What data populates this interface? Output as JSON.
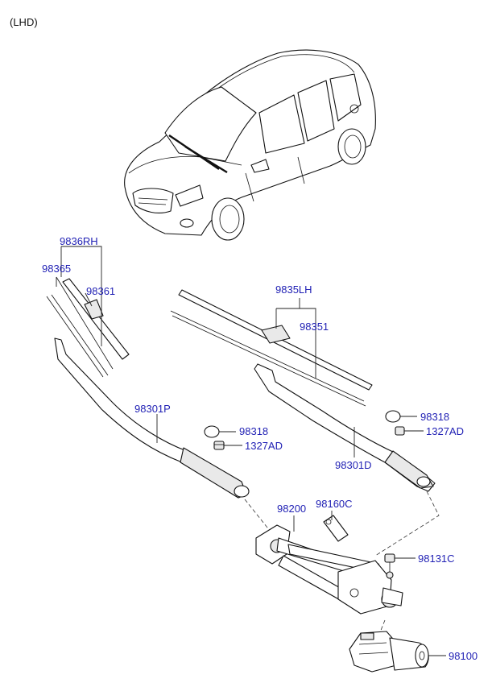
{
  "header": {
    "variant": "(LHD)"
  },
  "labels": {
    "p98365": "98365",
    "p9836RH": "9836RH",
    "p98361": "98361",
    "p9835LH": "9835LH",
    "p98351": "98351",
    "p98301P": "98301P",
    "p98318_left": "98318",
    "p1327AD_left": "1327AD",
    "p98318_right": "98318",
    "p1327AD_right": "1327AD",
    "p98301D": "98301D",
    "p98200": "98200",
    "p98160C": "98160C",
    "p98131C": "98131C",
    "p98100": "98100"
  },
  "colors": {
    "callout": "#1f1fb4",
    "line": "#222222"
  }
}
